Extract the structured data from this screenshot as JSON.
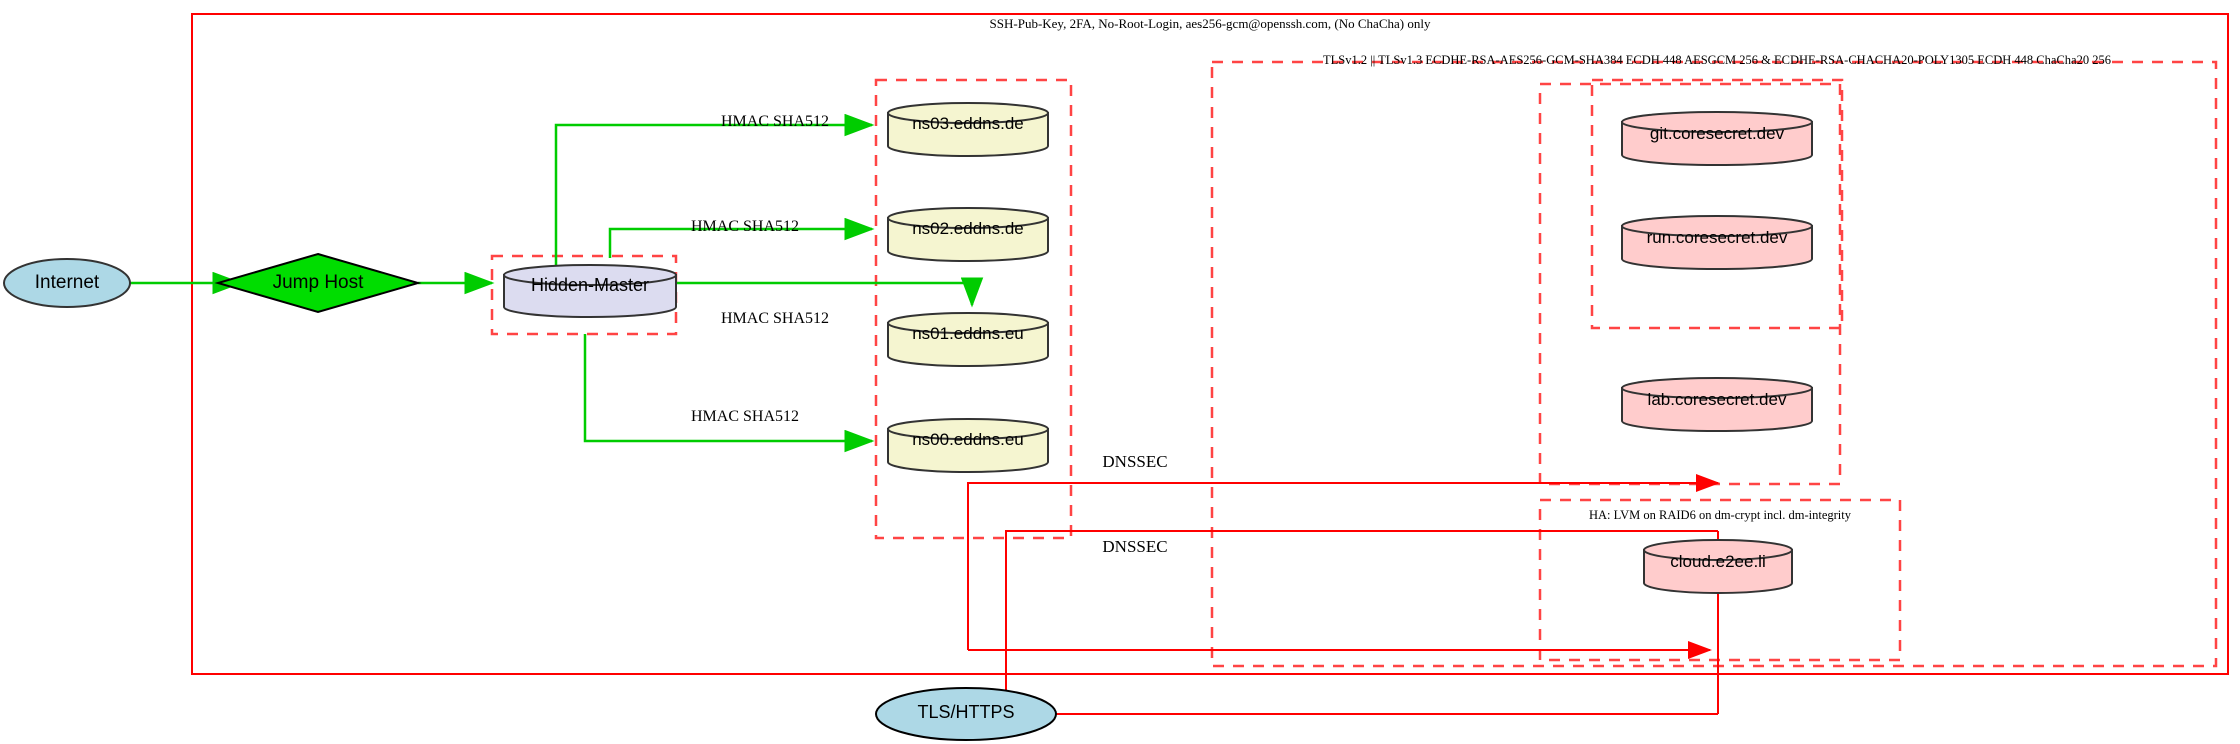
{
  "diagram": {
    "title_top": "SSH-Pub-Key, 2FA, No-Root-Login, aes256-gcm@openssh.com, (No ChaCha) only",
    "tls_cluster_label": "TLSv1.2 || TLSv1.3 ECDHE-RSA-AES256-GCM-SHA384 ECDH 448 AESGCM 256 & ECDHE-RSA-CHACHA20-POLY1305 ECDH 448 ChaCha20 256",
    "ha_cluster_label": "HA: LVM on RAID6 on dm-crypt incl. dm-integrity"
  },
  "nodes": {
    "internet": "Internet",
    "jump_host": "Jump Host",
    "hidden_master": "Hidden-Master",
    "ns03": "ns03.eddns.de",
    "ns02": "ns02.eddns.de",
    "ns01": "ns01.eddns.eu",
    "ns00": "ns00.eddns.eu",
    "git": "git.coresecret.dev",
    "run": "run.coresecret.dev",
    "lab": "lab.coresecret.dev",
    "cloud": "cloud.e2ee.li",
    "tls_https": "TLS/HTTPS"
  },
  "edge_labels": {
    "hmac_ns03": "HMAC SHA512",
    "hmac_ns02": "HMAC SHA512",
    "hmac_ns01": "HMAC SHA512",
    "hmac_ns00": "HMAC SHA512",
    "dnssec_1": "DNSSEC",
    "dnssec_2": "DNSSEC"
  },
  "colors": {
    "boundary_red": "#ff0000",
    "dashed_red": "#ff4444",
    "edge_green": "#00cc00",
    "node_blue": "#add8e6",
    "node_green": "#00dd00",
    "node_lavender": "#dcdcf0",
    "node_beige": "#f5f5d0",
    "node_pink": "#ffcccc",
    "stroke_dark": "#333333"
  }
}
